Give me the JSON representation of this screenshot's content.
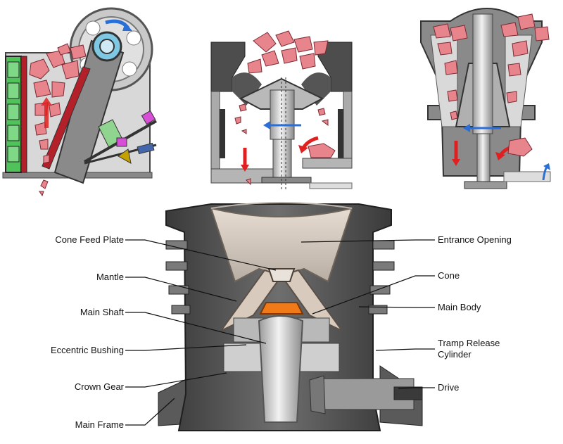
{
  "labels": {
    "cone_feed_plate": "Cone Feed Plate",
    "mantle": "Mantle",
    "main_shaft": "Main Shaft",
    "eccentric_bushing": "Eccentric Bushing",
    "crown_gear": "Crown Gear",
    "main_frame": "Main Frame",
    "entrance_opening": "Entrance Opening",
    "cone": "Cone",
    "main_body": "Main Body",
    "tramp_release_cylinder_line1": "Tramp Release",
    "tramp_release_cylinder_line2": "Cylinder",
    "drive": "Drive"
  },
  "colors": {
    "rock_fill": "#e8848c",
    "rock_stroke": "#7a2a33",
    "steel_dark": "#4d4d4d",
    "steel_mid": "#8a8a8a",
    "steel_light": "#c8c8c8",
    "jaw_red": "#b3202a",
    "jaw_green": "#4fc25a",
    "bearing_blue": "#7ec8e3",
    "arrow_red": "#e02020",
    "arrow_blue": "#2a6fd6",
    "bushing_orange": "#f07a18"
  },
  "icons": {
    "jaw": "jaw-crusher-icon",
    "cone": "cone-crusher-icon",
    "gyratory": "gyratory-crusher-icon"
  }
}
